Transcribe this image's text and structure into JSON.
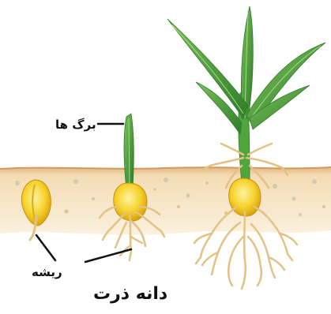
{
  "labels": {
    "leaves": "برگ ها",
    "root": "ریشه",
    "caption": "دانه ذرت"
  },
  "colors": {
    "soil": "#f1dcb4",
    "soil_surface": "#e0b27a",
    "leaf": "#4ea63c",
    "leaf_dark": "#2f7d2a",
    "root": "#e8c88a",
    "seed": "#f2c514",
    "seed_light": "#fbe96a"
  }
}
